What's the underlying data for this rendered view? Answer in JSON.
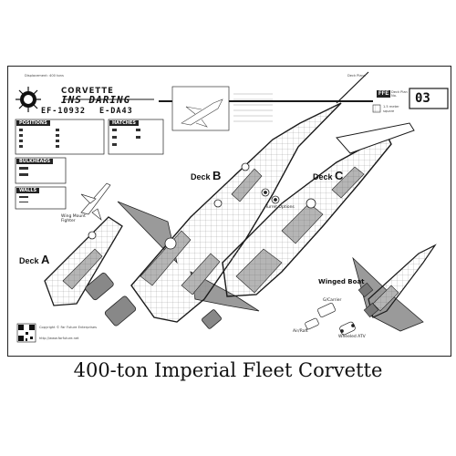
{
  "caption": "400-ton Imperial Fleet Corvette",
  "header": {
    "small_left": "Displacement: 400 tons",
    "small_right": "Deck Plans",
    "ship_class": "CORVETTE",
    "ship_name": "INS DARING",
    "ship_code_left": "EF-10932",
    "ship_code_right": "E-DA43",
    "publisher_badge": "FFE",
    "page_meta": "Deck Plan No.",
    "page_number": "03",
    "scale_note_1": "1.5 meter",
    "scale_note_2": "square"
  },
  "legend": {
    "positions_title": "POSITIONS",
    "hatches_title": "HATCHES",
    "bulkheads_title": "BULKHEADS",
    "walls_title": "WALLS"
  },
  "labels": {
    "deck_a_word": "Deck",
    "deck_a_letter": "A",
    "deck_b_word": "Deck",
    "deck_b_letter": "B",
    "deck_c_word": "Deck",
    "deck_c_letter": "C",
    "winged_boat": "Winged Boat",
    "wing mount fighter": "Wing Mount Fighter",
    "turret_options": "Turret Options",
    "g_carrier": "G/Carrier",
    "air_raft": "Air/Raft",
    "wheeled_atv": "Wheeled ATV"
  },
  "footer": {
    "copyright": "Copyright © Far Future Enterprises",
    "website": "http://www.farfuture.net"
  },
  "colors": {
    "ink": "#1a1a1a",
    "hull_fill": "#ffffff",
    "wing_fill": "#9a9a9a",
    "room_shade": "#b8b8b8",
    "grid_line": "#888888"
  },
  "icons": {
    "logo": "sunburst-logo-icon",
    "qr": "qr-code-icon"
  }
}
